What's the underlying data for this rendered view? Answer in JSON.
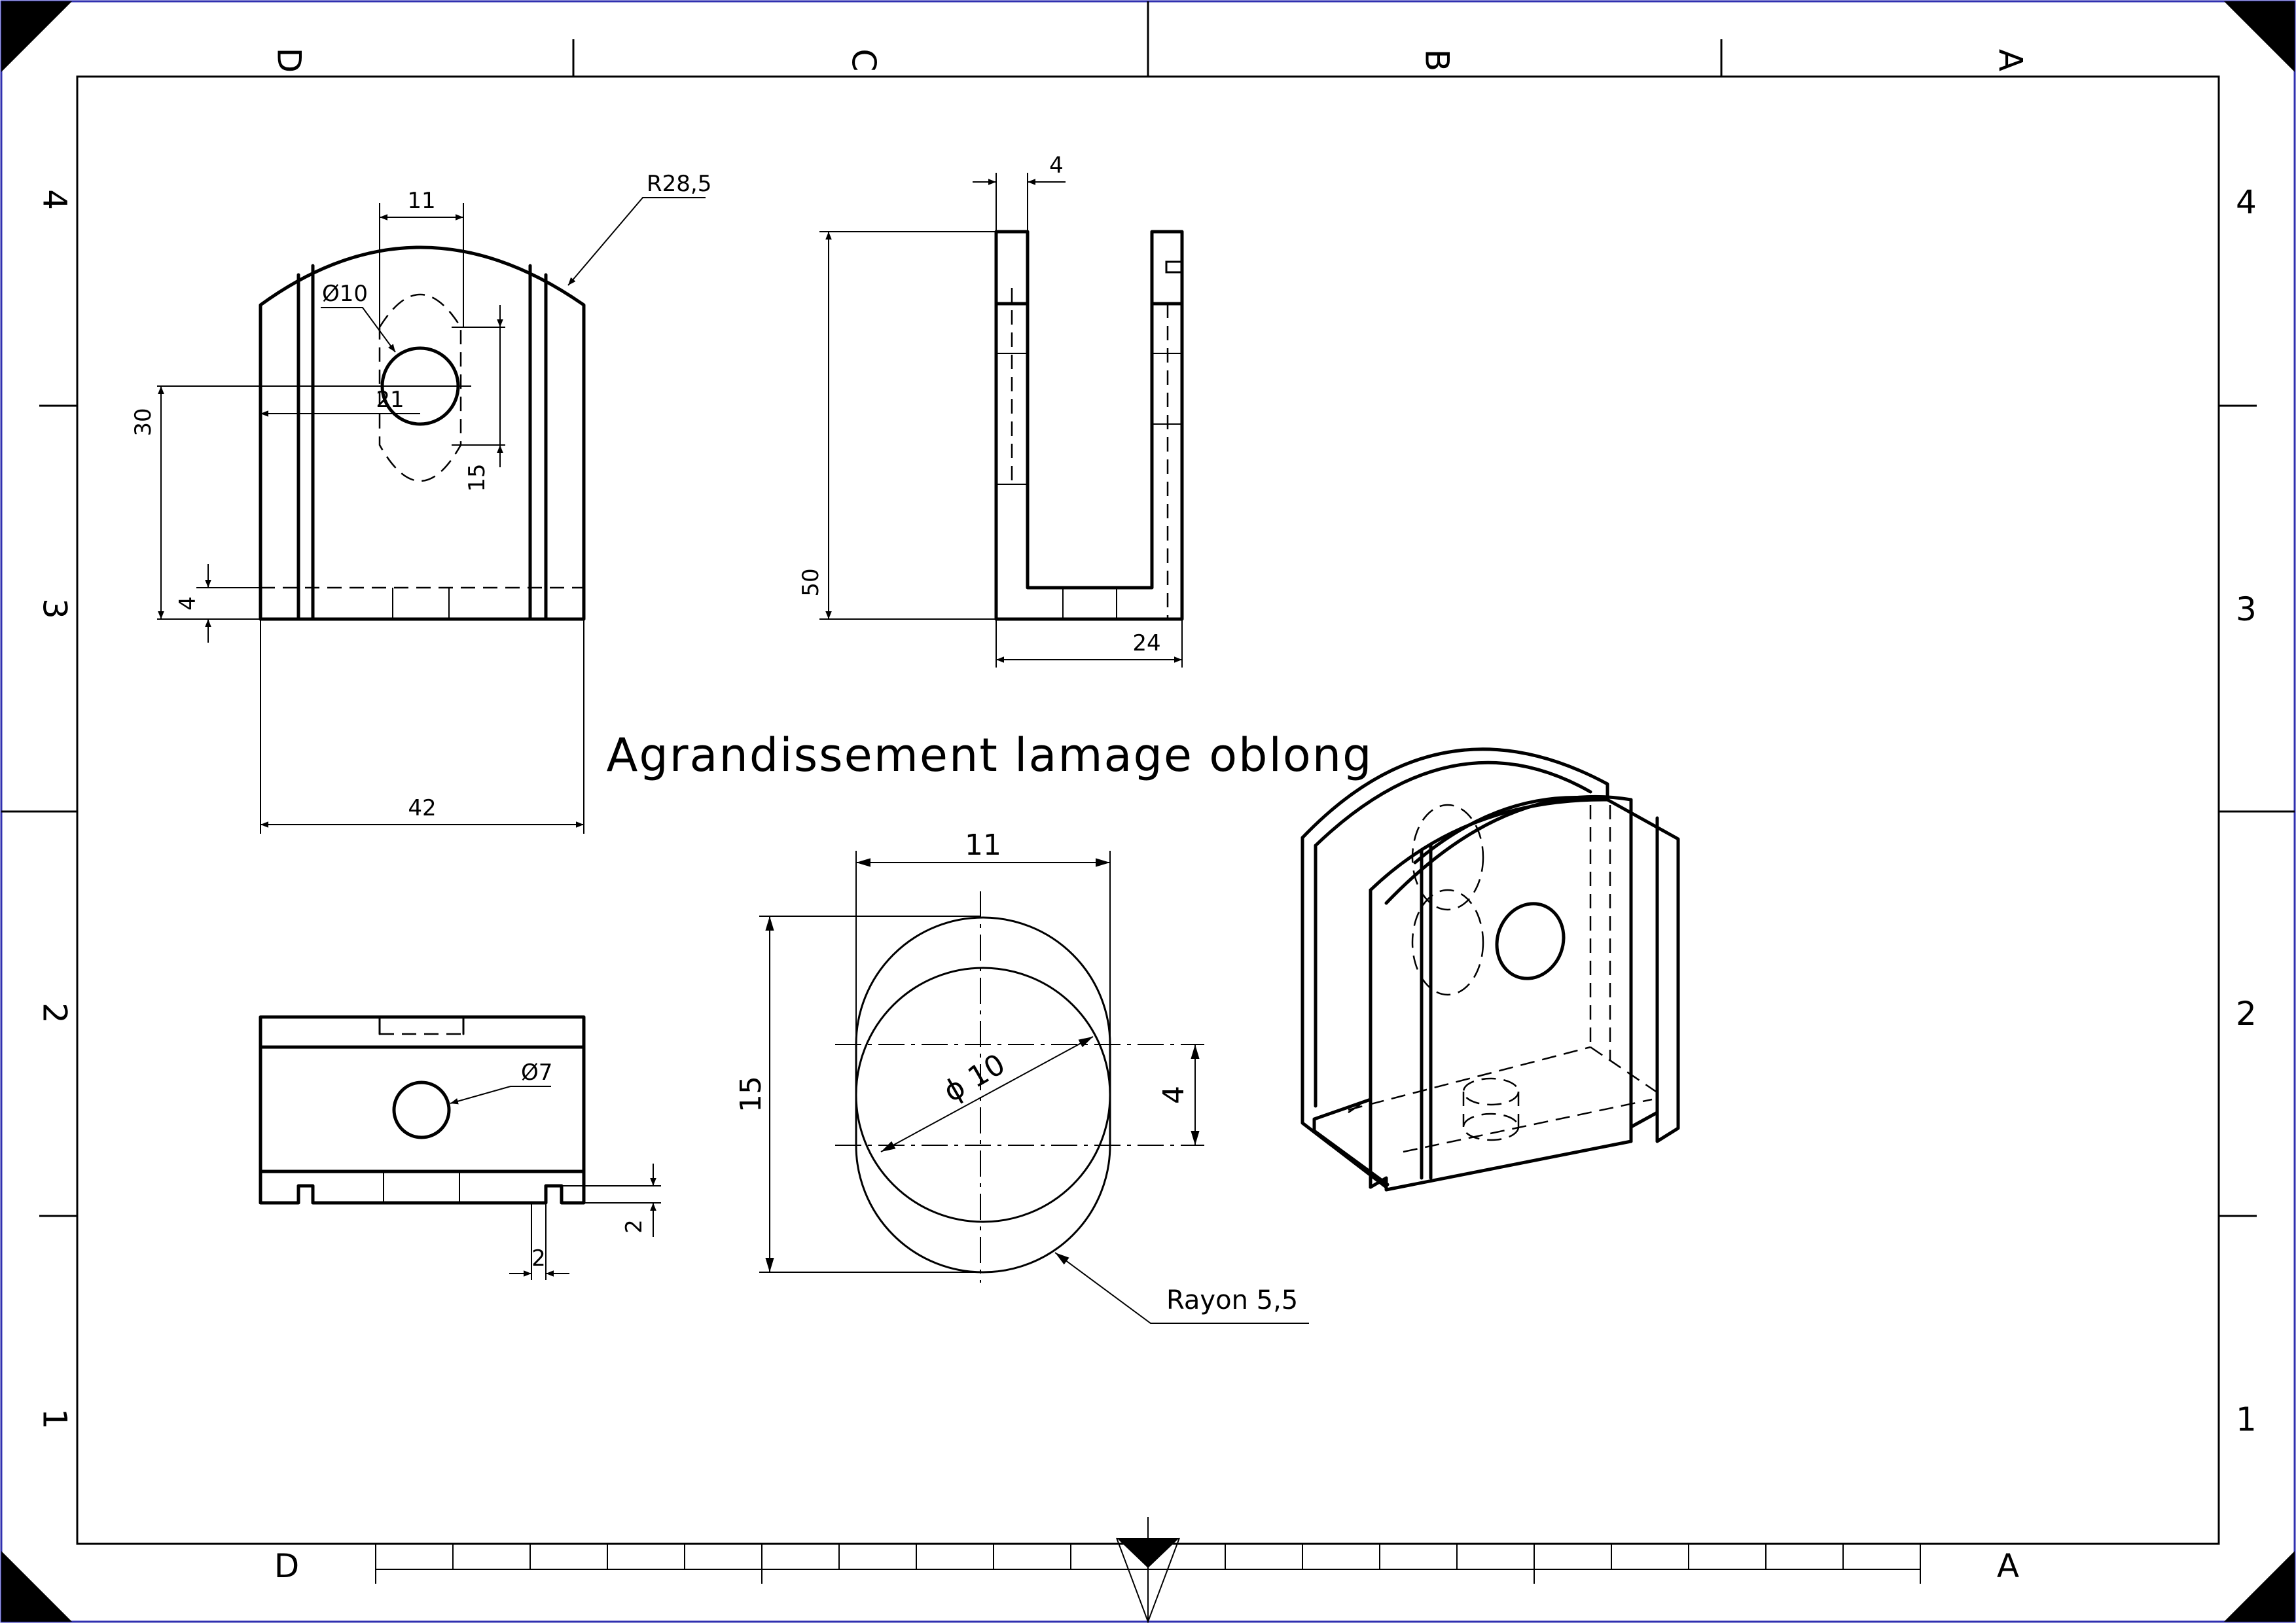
{
  "title": "Agrandissement lamage oblong",
  "zones": {
    "columns_top": [
      "D",
      "C",
      "B",
      "A"
    ],
    "columns_bottom": [
      "D",
      "A"
    ],
    "rows": [
      "4",
      "3",
      "2",
      "1"
    ]
  },
  "dimensions": {
    "front_width": "42",
    "front_height": "30",
    "front_slot_width": "11",
    "front_hole": "Ø10",
    "front_offset": "21",
    "front_slot_length": "15",
    "front_base": "4",
    "front_radius": "R28,5",
    "side_height": "50",
    "side_width": "24",
    "side_wall": "4",
    "bottom_hole": "Ø7",
    "bottom_notch_height": "2",
    "bottom_notch_width": "2",
    "detail_width": "11",
    "detail_height": "15",
    "detail_offset": "4",
    "detail_diameter": "ϕ 10",
    "detail_radius": "Rayon 5,5"
  }
}
